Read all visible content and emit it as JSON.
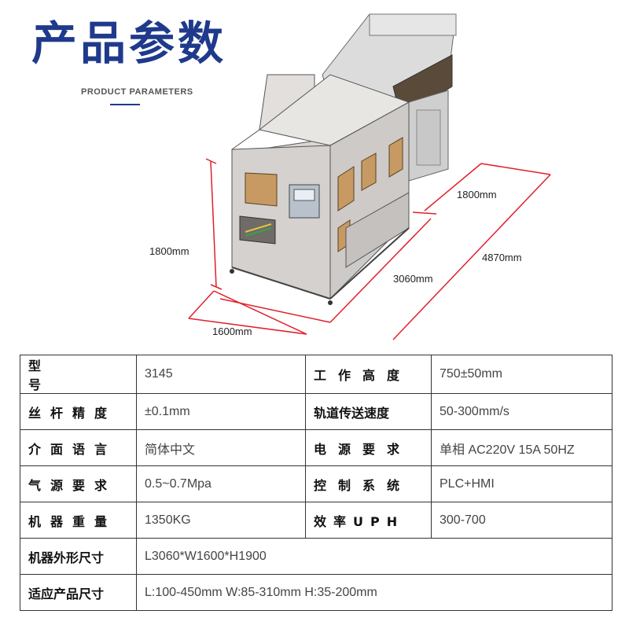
{
  "header": {
    "title": "产品参数",
    "subtitle": "PRODUCT PARAMETERS"
  },
  "dimensions": {
    "height": "1800mm",
    "width": "1600mm",
    "depth_main": "3060mm",
    "depth_conveyor": "1800mm",
    "length_total": "4870mm"
  },
  "specs": {
    "rows": [
      {
        "k1": "型号",
        "v1": "3145",
        "k2": "工作高度",
        "v2": "750±50mm"
      },
      {
        "k1": "丝杆精度",
        "v1": "±0.1mm",
        "k2": "轨道传送速度",
        "v2": "50-300mm/s"
      },
      {
        "k1": "介面语言",
        "v1": "简体中文",
        "k2": "电源要求",
        "v2": "单相 AC220V 15A 50HZ"
      },
      {
        "k1": "气源要求",
        "v1": "0.5~0.7Mpa",
        "k2": "控制系统",
        "v2": "PLC+HMI"
      },
      {
        "k1": "机器重量",
        "v1": "1350KG",
        "k2": "效率UPH",
        "v2": "300-700"
      }
    ],
    "wide_rows": [
      {
        "k": "机器外形尺寸",
        "v": "L3060*W1600*H1900"
      },
      {
        "k": "适应产品尺寸",
        "v": "L:100-450mm W:85-310mm H:35-200mm"
      }
    ]
  },
  "colors": {
    "title": "#1f3a8c",
    "dimension_line": "#e0202a",
    "machine_body": "#d9d6d3",
    "window": "#c79a64"
  }
}
